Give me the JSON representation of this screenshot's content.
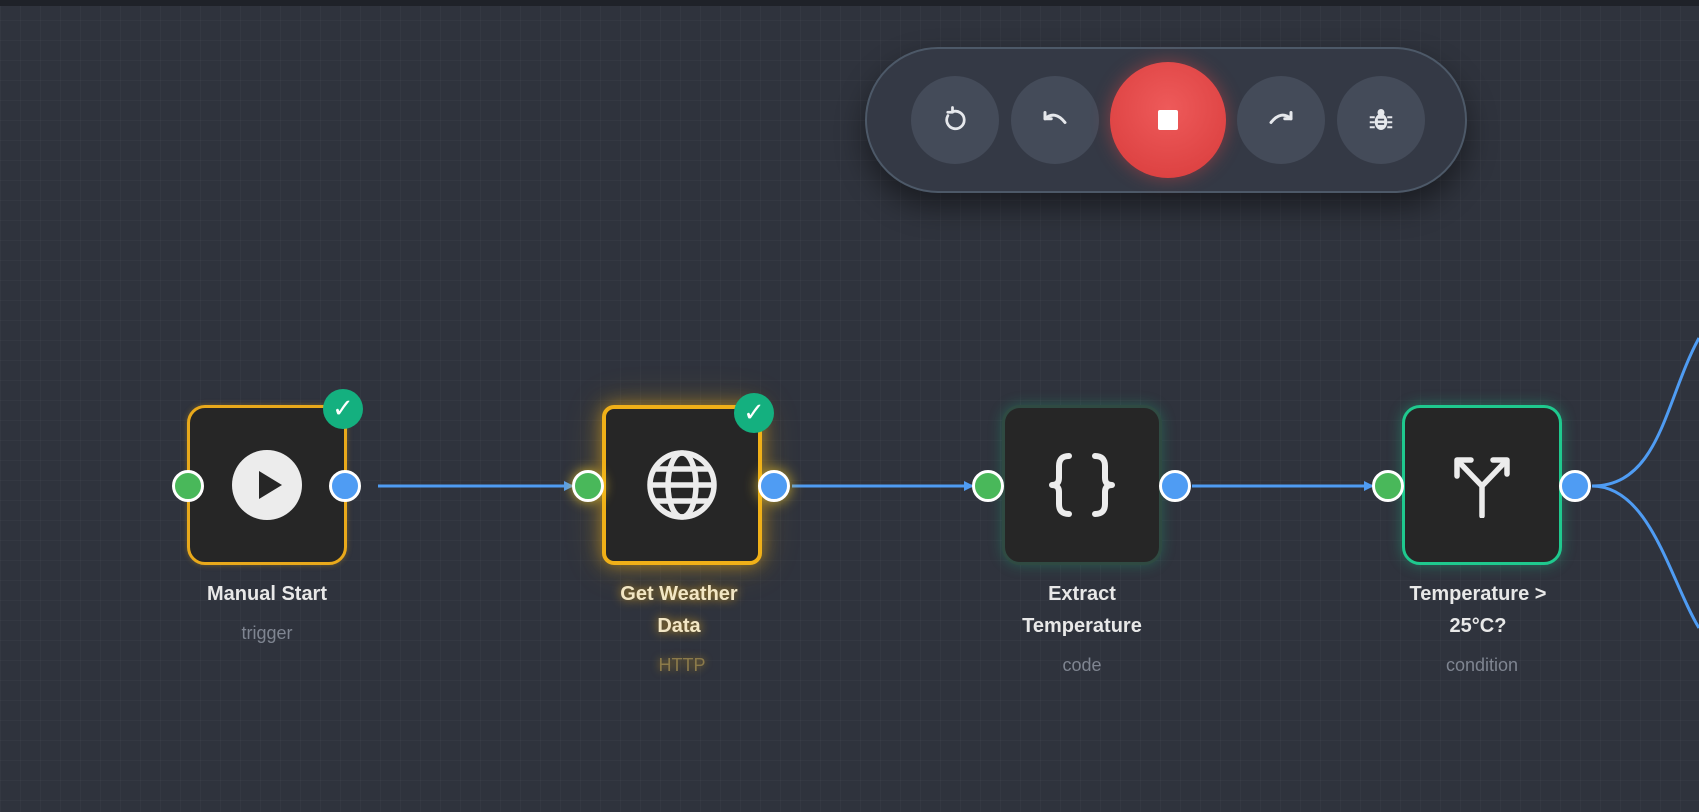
{
  "toolbar": {
    "buttons": [
      {
        "name": "reset",
        "icon": "rotate-cw-icon"
      },
      {
        "name": "undo",
        "icon": "undo-icon"
      },
      {
        "name": "stop",
        "icon": "stop-icon"
      },
      {
        "name": "redo",
        "icon": "redo-icon"
      },
      {
        "name": "debug",
        "icon": "bug-icon"
      }
    ],
    "stop_color": "#d83b3b"
  },
  "nodes": [
    {
      "title": "Manual Start",
      "type": "trigger",
      "icon": "play-icon",
      "status": "success",
      "border_color": "#e9a91b"
    },
    {
      "title_line1": "Get Weather",
      "title_line2": "Data",
      "type": "HTTP",
      "icon": "globe-icon",
      "status": "success",
      "selected": true,
      "border_color": "#f0b018"
    },
    {
      "title_line1": "Extract",
      "title_line2": "Temperature",
      "type": "code",
      "icon": "code-braces-icon",
      "status": "idle"
    },
    {
      "title_line1": "Temperature >",
      "title_line2": "25°C?",
      "type": "condition",
      "icon": "branch-split-icon",
      "status": "idle",
      "border_color": "#1fc98e"
    }
  ],
  "colors": {
    "input_port": "#49b85a",
    "output_port": "#4f9cf3",
    "edge": "#4f9cf3",
    "success_badge": "#14b07f"
  },
  "badges": {
    "success_glyph": "✓"
  }
}
